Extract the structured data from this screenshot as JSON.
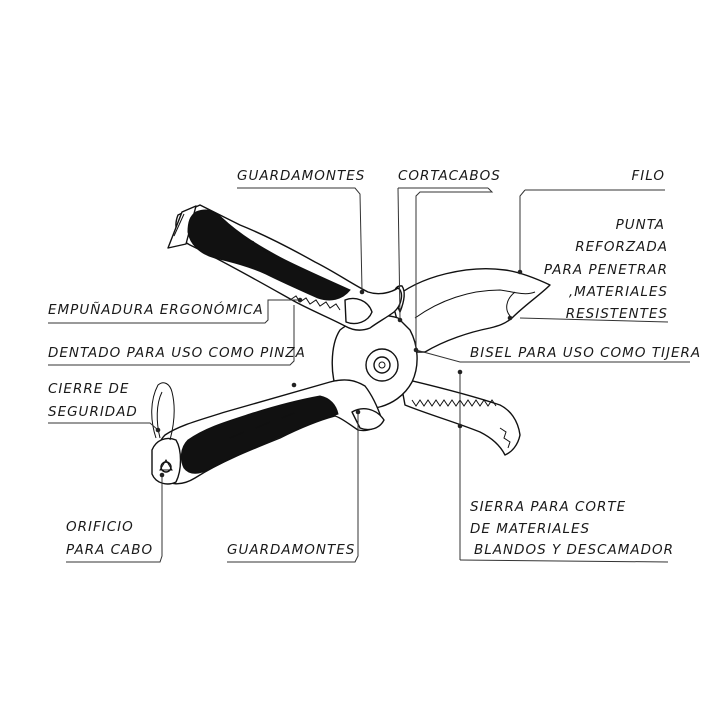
{
  "labels": {
    "guardamontes_top": "GUARDAMONTES",
    "cortacabos": "CORTACABOS",
    "filo": "FILO",
    "punta_1": "PUNTA",
    "punta_2": "REFORZADA",
    "punta_3": "PARA PENETRAR",
    "punta_4": ",MATERIALES",
    "punta_5": "RESISTENTES",
    "empunadura": "EMPUÑADURA ERGONÓMICA",
    "dentado": "DENTADO PARA USO COMO PINZA",
    "bisel": "BISEL PARA USO COMO TIJERA",
    "cierre_1": "CIERRE DE",
    "cierre_2": "SEGURIDAD",
    "orificio_1": "ORIFICIO",
    "orificio_2": "PARA CABO",
    "guardamontes_bottom": "GUARDAMONTES",
    "sierra_1": "SIERRA PARA CORTE",
    "sierra_2": "DE MATERIALES",
    "sierra_3": "BLANDOS Y DESCAMADOR"
  },
  "colors": {
    "ink": "#111111",
    "grip": "#111111",
    "background": "#ffffff"
  }
}
